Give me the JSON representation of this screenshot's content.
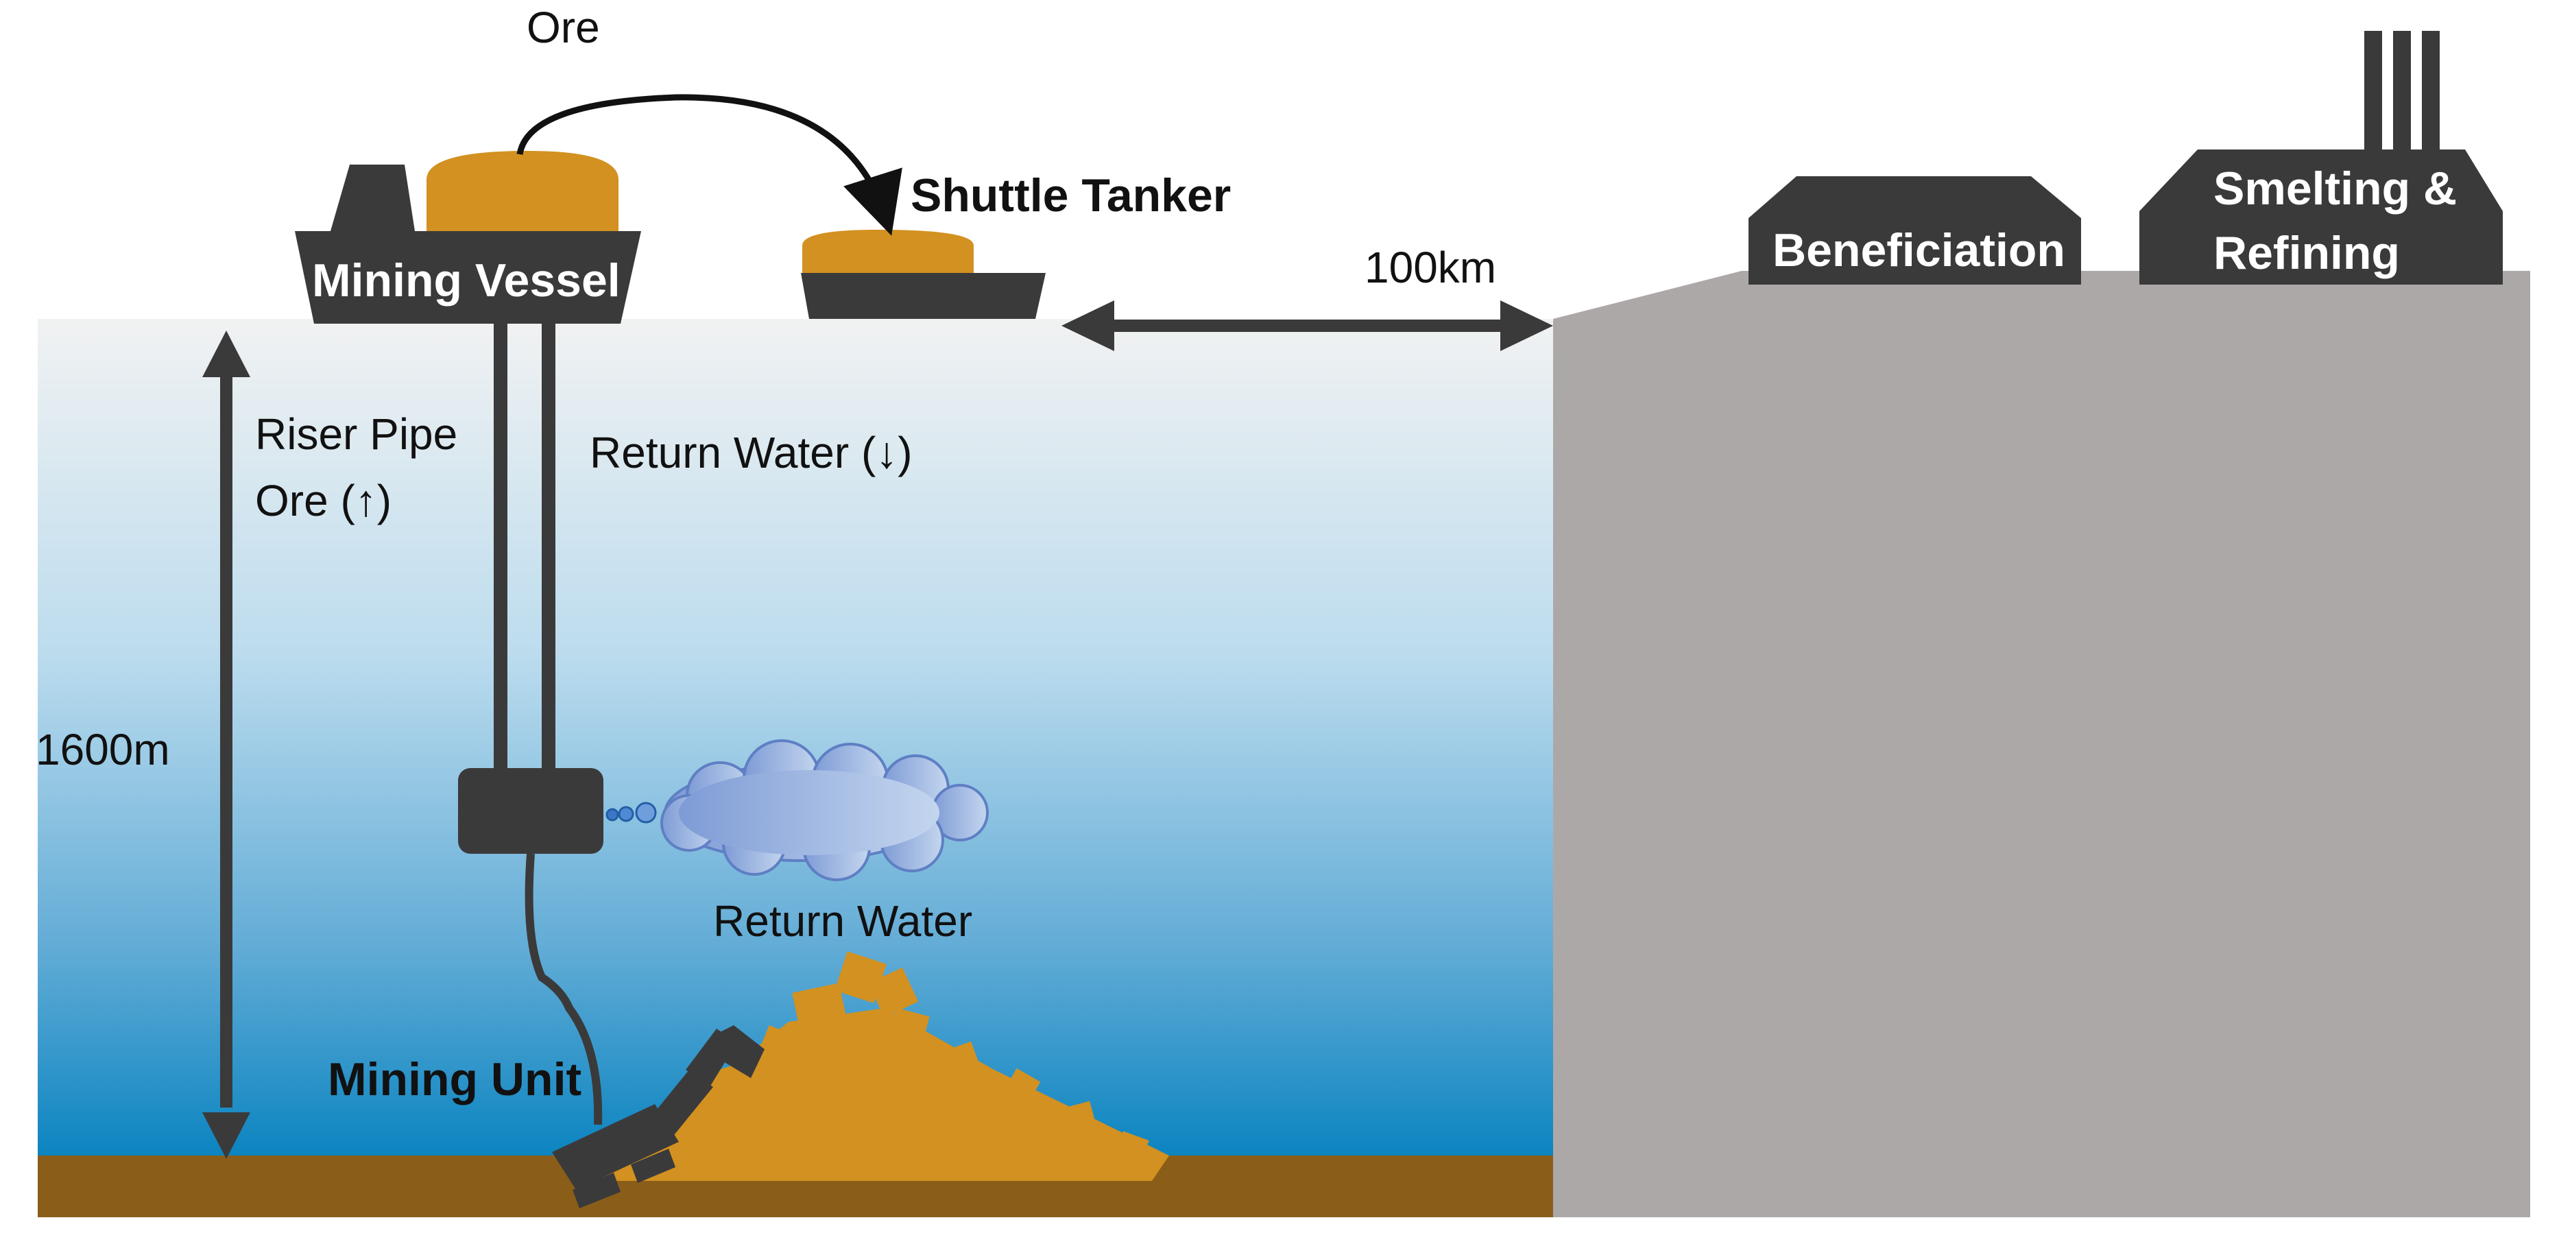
{
  "labels": {
    "ore_transfer": "Ore",
    "shuttle_tanker": "Shuttle Tanker",
    "mining_vessel": "Mining Vessel",
    "distance": "100km",
    "beneficiation": "Beneficiation",
    "smelting_line1": "Smelting &",
    "smelting_line2": "Refining",
    "riser_pipe": "Riser Pipe",
    "ore_up": "Ore (↑)",
    "return_water_down": "Return Water (↓)",
    "depth": "1600m",
    "return_water": "Return Water",
    "mining_unit": "Mining Unit"
  },
  "colors": {
    "vessel_dark": "#3b3a3a",
    "ore_gold": "#d29120",
    "land_gray": "#ada8a8",
    "seabed_brown": "#8a5e18",
    "water_top": "#f1f2f2",
    "water_bottom": "#0b84c0",
    "plume": "#9ab6e4"
  }
}
